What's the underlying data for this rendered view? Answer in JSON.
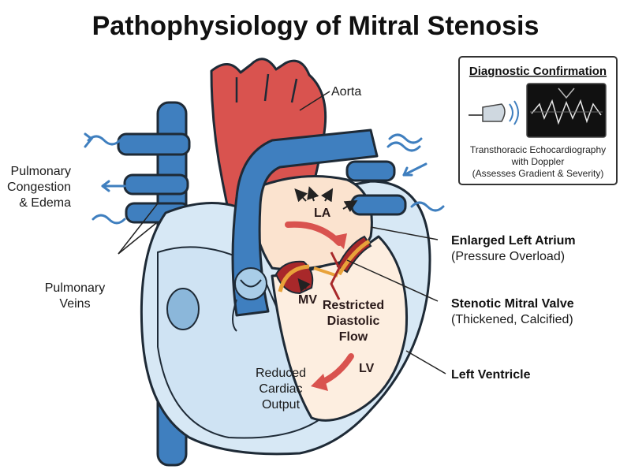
{
  "title": "Pathophysiology of Mitral Stenosis",
  "labels": {
    "aorta": "Aorta",
    "pulmonary_congestion": [
      "Pulmonary",
      "Congestion",
      "& Edema"
    ],
    "pulmonary_veins": [
      "Pulmonary",
      "Veins"
    ],
    "la": "LA",
    "mv": "MV",
    "lv": "LV",
    "restricted_flow": [
      "Restricted",
      "Diastolic",
      "Flow"
    ],
    "reduced_output": [
      "Reduced",
      "Cardiac",
      "Output"
    ],
    "enlarged_la": {
      "title": "Enlarged Left Atrium",
      "sub": "(Pressure Overload)"
    },
    "stenotic_mv": {
      "title": "Stenotic Mitral Valve",
      "sub": "(Thickened, Calcified)"
    },
    "left_ventricle": {
      "title": "Left Ventricle"
    }
  },
  "box": {
    "title": "Diagnostic Confirmation",
    "lines": [
      "Transthoracic Echocardiography",
      "with Doppler",
      "(Assesses Gradient & Severity)"
    ]
  },
  "colors": {
    "aorta_red": "#d9534f",
    "vessel_blue": "#3f7fbf",
    "la_fill": "#fbe3cf",
    "lv_fill": "#fdeee0",
    "rv_fill": "#d7e8f5",
    "valve_dark": "#a8282a",
    "valve_orange": "#e8a23a"
  }
}
